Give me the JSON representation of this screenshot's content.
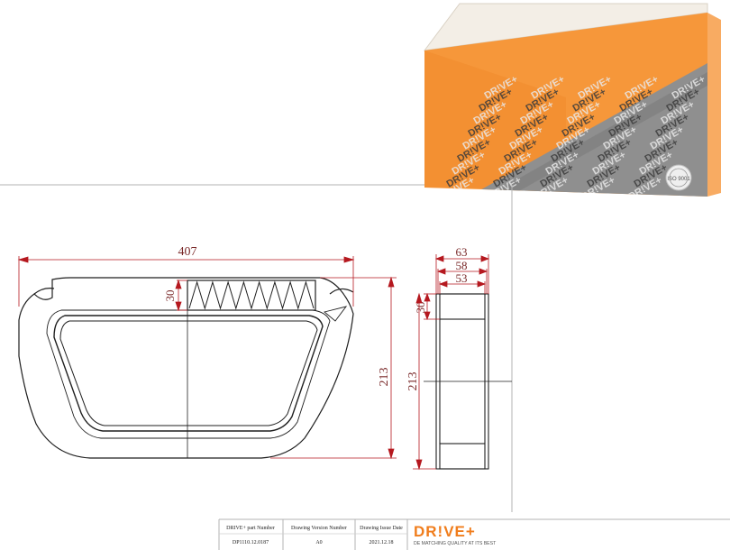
{
  "box": {
    "pattern_text": "DR!VE+",
    "seal_text": "ISO 9001",
    "colors": {
      "orange": "#f6973a",
      "orange_side": "#f8ab62",
      "top": "#f4efe8",
      "band": "#8c8c8c"
    }
  },
  "drawing": {
    "front_view": {
      "width_label": "407",
      "height_label": "213",
      "pleat_label": "30"
    },
    "side_view": {
      "w1_label": "63",
      "w2_label": "58",
      "w3_label": "53",
      "pleat_label": "30",
      "height_label": "213"
    },
    "colors": {
      "line": "#1f1f1f",
      "dim": "#b5181f"
    }
  },
  "title_block": {
    "headers": [
      "DRIVE+ part Number",
      "Drawing Version Number",
      "Drawing Issue Date"
    ],
    "values": [
      "DP1110.12.0187",
      "A0",
      "2021.12.18"
    ],
    "logo": "DR!VE+",
    "tagline": "DE MATCHING QUALITY AT ITS BEST",
    "colors": {
      "logo": "#f07d1c"
    }
  }
}
